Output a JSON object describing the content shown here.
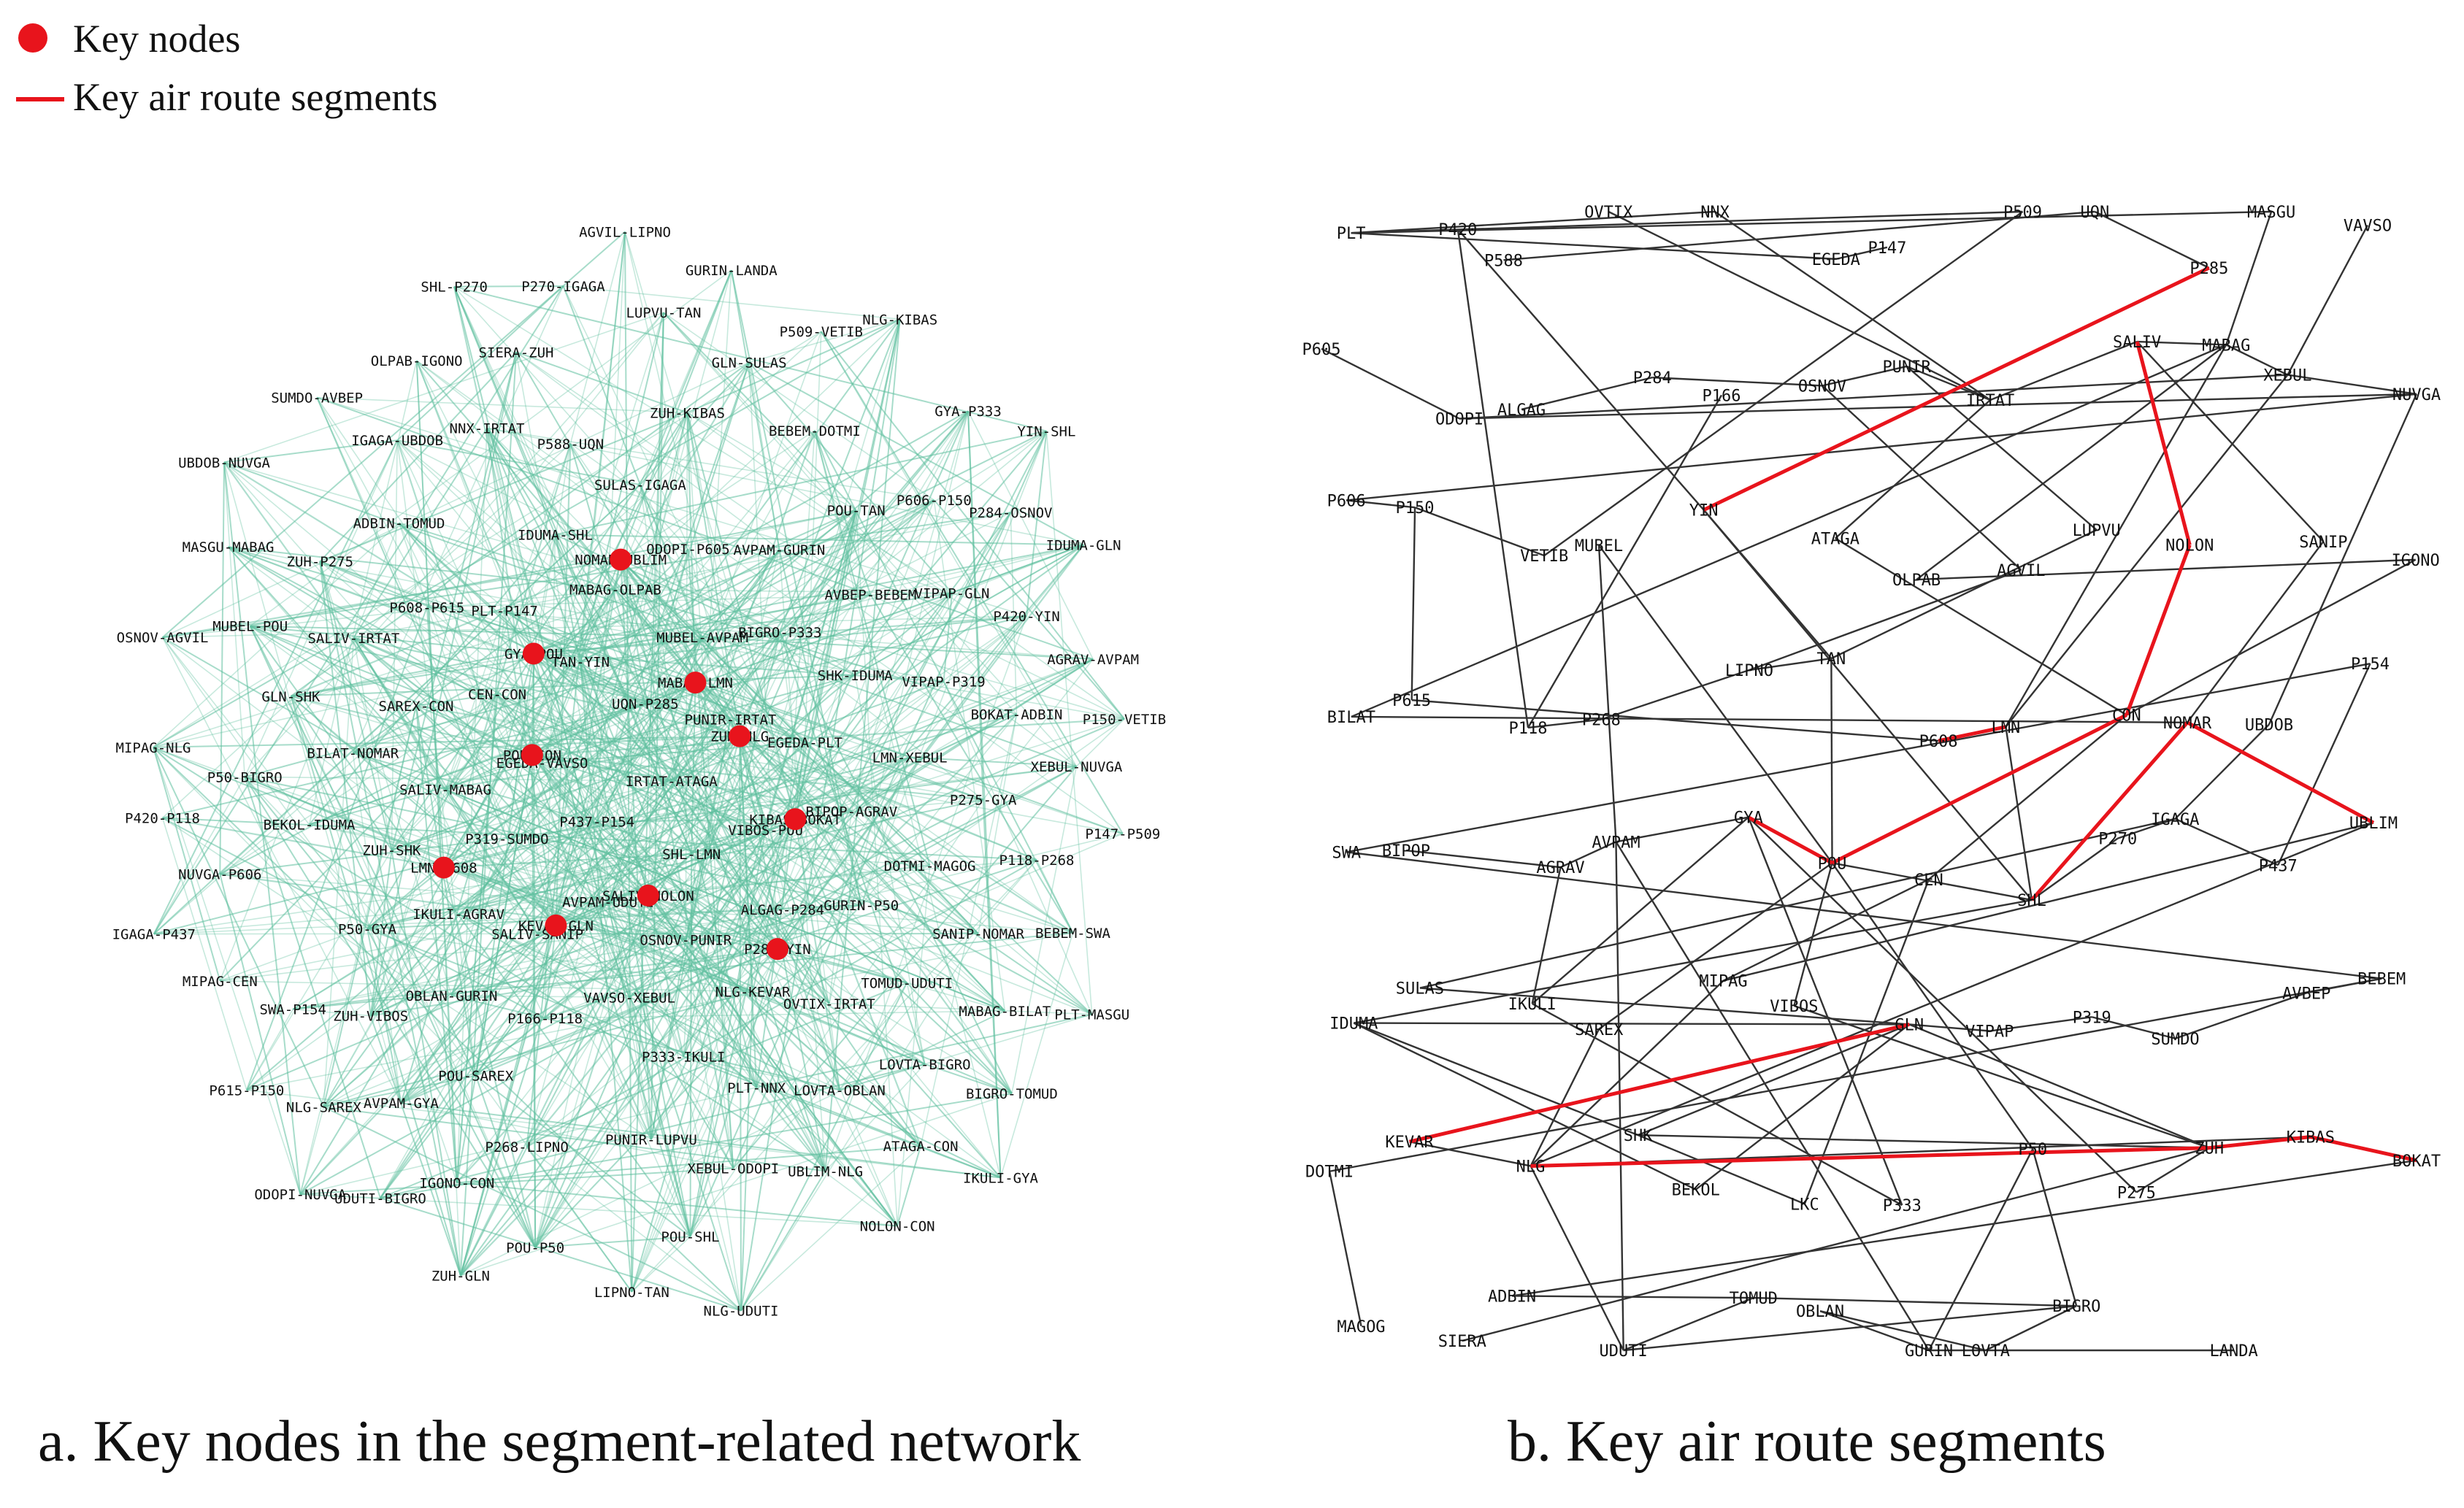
{
  "legend": {
    "key_nodes_label": "Key nodes",
    "key_segments_label": "Key air route segments",
    "node_color": "#e8141c",
    "segment_color": "#e8141c"
  },
  "colors": {
    "network_edge": "#5fbf9f",
    "route_edge": "#333333",
    "key": "#e8141c",
    "label": "#111111"
  },
  "captions": {
    "a": "a. Key nodes in the segment-related network",
    "b": "b. Key air route segments"
  },
  "network_nodes": [
    "IRTAT-ATAGA",
    "P437-P154",
    "UQN-P285",
    "SHL-LMN",
    "EGEDA-VAVSO",
    "PUNIR-IRTAT",
    "AVPAM-UDUTI",
    "TAN-YIN",
    "VIBOS-POU",
    "P319-SUMDO",
    "MUBEL-AVPAM",
    "OSNOV-PUNIR",
    "CEN-CON",
    "EGEDA-PLT",
    "SALIV-SANIP",
    "MABAG-OLPAB",
    "ALGAG-P284",
    "SALIV-MABAG",
    "BIGRO-P333",
    "VAVSO-XEBUL",
    "PLT-P147",
    "BIPOP-AGRAV",
    "IKULI-AGRAV",
    "ODOPI-P605",
    "NLG-KEVAR",
    "SAREX-CON",
    "SHK-IDUMA",
    "P166-P118",
    "IDUMA-SHL",
    "GURIN-P50",
    "ZUH-SHK",
    "AVPAM-GURIN",
    "P333-IKULI",
    "P608-P615",
    "LMN-XEBUL",
    "OBLAN-GURIN",
    "SULAS-IGAGA",
    "OVTIX-IRTAT",
    "BILAT-NOMAR",
    "AVBEP-BEBEM",
    "ZUH-NLG",
    "KIBAS-BOKAT",
    "DOTMI-MAGOG",
    "P50-GYA",
    "P285-YIN",
    "PLT-NNX",
    "SALIV-IRTAT",
    "VIPAP-P319",
    "POU-SAREX",
    "P588-UQN",
    "TOMUD-UDUTI",
    "BEKOL-IDUMA",
    "POU-TAN",
    "PUNIR-LUPVU",
    "ADBIN-TOMUD",
    "P275-GYA",
    "ZUH-VIBOS",
    "ZUH-KIBAS",
    "LOVTA-OBLAN",
    "GLN-SHK",
    "VIPAP-GLN",
    "P268-LIPNO",
    "NNX-IRTAT",
    "SANIP-NOMAR",
    "SALIV-NOLON",
    "BEBEM-DOTMI",
    "XEBUL-ODOPI",
    "ZUH-P275",
    "BOKAT-ADBIN",
    "AVPAM-GYA",
    "KEVAR-GLN",
    "LOVTA-BIGRO",
    "P50-BIGRO",
    "P606-P150",
    "LMN-P608",
    "IGAGA-UBDOB",
    "P118-P268",
    "SWA-P154",
    "GLN-SULAS",
    "UBLIM-NLG",
    "MUBEL-POU",
    "P420-YIN",
    "IGONO-CON",
    "SIERA-ZUH",
    "MABAG-BILAT",
    "NUVGA-P606",
    "POU-CON",
    "POU-SHL",
    "GYA-POU",
    "XEBUL-NUVGA",
    "NLG-SAREX",
    "LUPVU-TAN",
    "ATAGA-CON",
    "NOMAR-UBLIM",
    "P284-OSNOV",
    "POU-P50",
    "OLPAB-IGONO",
    "BEBEM-SWA",
    "MIPAG-CEN",
    "P509-VETIB",
    "MABAG-LMN",
    "MASGU-MABAG",
    "AGRAV-AVPAM",
    "UDUTI-BIGRO",
    "P270-IGAGA",
    "BIGRO-TOMUD",
    "P420-P118",
    "GYA-P333",
    "LIPNO-TAN",
    "SUMDO-AVBEP",
    "P147-P509",
    "P615-P150",
    "GURIN-LANDA",
    "NOLON-CON",
    "OSNOV-AGVIL",
    "IDUMA-GLN",
    "ZUH-GLN",
    "SHL-P270",
    "PLT-MASGU",
    "IGAGA-P437",
    "NLG-KIBAS",
    "NLG-UDUTI",
    "UBDOB-NUVGA",
    "P150-VETIB",
    "ODOPI-NUVGA",
    "AGVIL-LIPNO",
    "IKULI-GYA",
    "MIPAG-NLG",
    "YIN-SHL"
  ],
  "network_key_nodes": [
    "ZUH-NLG",
    "KIBAS-BOKAT",
    "P285-YIN",
    "SALIV-NOLON",
    "KEVAR-GLN",
    "LMN-P608",
    "POU-CON",
    "GYA-POU",
    "NOMAR-UBLIM",
    "MABAG-LMN"
  ],
  "route_nodes": [
    "PLT",
    "P420",
    "P588",
    "OVTIX",
    "NNX",
    "EGEDA",
    "P147",
    "P509",
    "UQN",
    "P285",
    "MASGU",
    "VAVSO",
    "P605",
    "ODOPI",
    "ALGAG",
    "P284",
    "P166",
    "OSNOV",
    "PUNIR",
    "IRTAT",
    "SALIV",
    "MABAG",
    "XEBUL",
    "NUVGA",
    "P606",
    "P150",
    "VETIB",
    "MUBEL",
    "YIN",
    "ATAGA",
    "OLPAB",
    "AGVIL",
    "LUPVU",
    "NOLON",
    "SANIP",
    "IGONO",
    "BILAT",
    "P615",
    "P118",
    "P268",
    "LIPNO",
    "TAN",
    "P608",
    "LMN",
    "CON",
    "NOMAR",
    "UBDOB",
    "P154",
    "SWA",
    "BIPOP",
    "AGRAV",
    "AVPAM",
    "GYA",
    "POU",
    "CEN",
    "SHL",
    "P270",
    "IGAGA",
    "P437",
    "UBLIM",
    "IDUMA",
    "SULAS",
    "IKULI",
    "SAREX",
    "MIPAG",
    "VIBOS",
    "GLN",
    "VIPAP",
    "P319",
    "SUMDO",
    "AVBEP",
    "BEBEM",
    "DOTMI",
    "KEVAR",
    "NLG",
    "SHK",
    "BEKOL",
    "LKC",
    "P333",
    "P50",
    "P275",
    "ZUH",
    "KIBAS",
    "BOKAT",
    "MAGOG",
    "SIERA",
    "ADBIN",
    "UDUTI",
    "TOMUD",
    "OBLAN",
    "GURIN",
    "LOVTA",
    "BIGRO",
    "LANDA"
  ],
  "route_segments": [
    "PLT-NNX",
    "PLT-EGEDA",
    "PLT-MASGU",
    "PLT-P509",
    "EGEDA-P147",
    "P509-VETIB",
    "P588-UQN",
    "UQN-P285",
    "P285-YIN",
    "OVTIX-IRTAT",
    "NNX-IRTAT",
    "P420-P118",
    "P420-YIN",
    "ALGAG-P284",
    "P284-OSNOV",
    "P166-P118",
    "OSNOV-PUNIR",
    "OSNOV-AGVIL",
    "PUNIR-IRTAT",
    "PUNIR-LUPVU",
    "IRTAT-ATAGA",
    "SALIV-SANIP",
    "SALIV-MABAG",
    "SALIV-IRTAT",
    "SALIV-NOLON",
    "MABAG-XEBUL",
    "MABAG-OLPAB",
    "MABAG-BILAT",
    "MABAG-LMN",
    "MASGU-MABAG",
    "VAVSO-XEBUL",
    "XEBUL-ODOPI",
    "XEBUL-NUVGA",
    "ODOPI-P605",
    "ODOPI-NUVGA",
    "NUVGA-P606",
    "P606-P150",
    "P150-VETIB",
    "P615-P150",
    "P608-P615",
    "LMN-P608",
    "LMN-XEBUL",
    "MUBEL-POU",
    "MUBEL-AVPAM",
    "AGVIL-LIPNO",
    "LIPNO-TAN",
    "P268-LIPNO",
    "P118-P268",
    "LUPVU-TAN",
    "TAN-YIN",
    "POU-TAN",
    "OLPAB-IGONO",
    "IGONO-CON",
    "NOLON-CON",
    "SANIP-NOMAR",
    "BILAT-NOMAR",
    "ATAGA-CON",
    "CEN-CON",
    "POU-CON",
    "GYA-POU",
    "POU-SHL",
    "POU-P50",
    "POU-SAREX",
    "VIBOS-POU",
    "YIN-SHL",
    "SHL-LMN",
    "SHL-P270",
    "NOMAR-UBLIM",
    "IDUMA-SHL",
    "P270-IGAGA",
    "IGAGA-UBDOB",
    "IGAGA-P437",
    "P437-P154",
    "SWA-P154",
    "SULAS-IGAGA",
    "GLN-SULAS",
    "UBDOB-NUVGA",
    "BIPOP-AGRAV",
    "AGRAV-AVPAM",
    "IKULI-AGRAV",
    "AVPAM-GYA",
    "AVPAM-UDUTI",
    "AVPAM-GURIN",
    "P333-IKULI",
    "GYA-P333",
    "P275-GYA",
    "IKULI-GYA",
    "UBLIM-NLG",
    "NLG-SAREX",
    "NLG-KEVAR",
    "KEVAR-GLN",
    "GLN-SHK",
    "SHK-IDUMA",
    "BEKOL-IDUMA",
    "IDUMA-GLN",
    "GLN-BEKOL",
    "VIPAP-GLN",
    "VIPAP-P319",
    "P319-SUMDO",
    "SUMDO-AVBEP",
    "AVBEP-BEBEM",
    "BEBEM-DOTMI",
    "BEBEM-SWA",
    "DOTMI-MAGOG",
    "ZUH-NLG",
    "ZUH-SHK",
    "ZUH-KIBAS",
    "ZUH-P275",
    "ZUH-VIBOS",
    "ZUH-GLN",
    "SIERA-ZUH",
    "KIBAS-BOKAT",
    "BOKAT-ADBIN",
    "ADBIN-TOMUD",
    "TOMUD-UDUTI",
    "BIGRO-TOMUD",
    "UDUTI-BIGRO",
    "P50-BIGRO",
    "LOVTA-BIGRO",
    "LOVTA-OBLAN",
    "OBLAN-GURIN",
    "GURIN-P50",
    "GURIN-LANDA",
    "MIPAG-CEN",
    "MIPAG-NLG",
    "NLG-UDUTI",
    "NLG-KIBAS",
    "CEN-LKC",
    "SHK-LKC",
    "UBLIM-MIPAG"
  ],
  "key_route_segments": [
    "P285-YIN",
    "SALIV-NOLON",
    "NOLON-CON",
    "POU-CON",
    "GYA-POU",
    "NOMAR-UBLIM",
    "SHL-NOMAR",
    "LMN-P608",
    "KEVAR-GLN",
    "ZUH-NLG",
    "KIBAS-BOKAT",
    "ZUH-KIBAS"
  ]
}
